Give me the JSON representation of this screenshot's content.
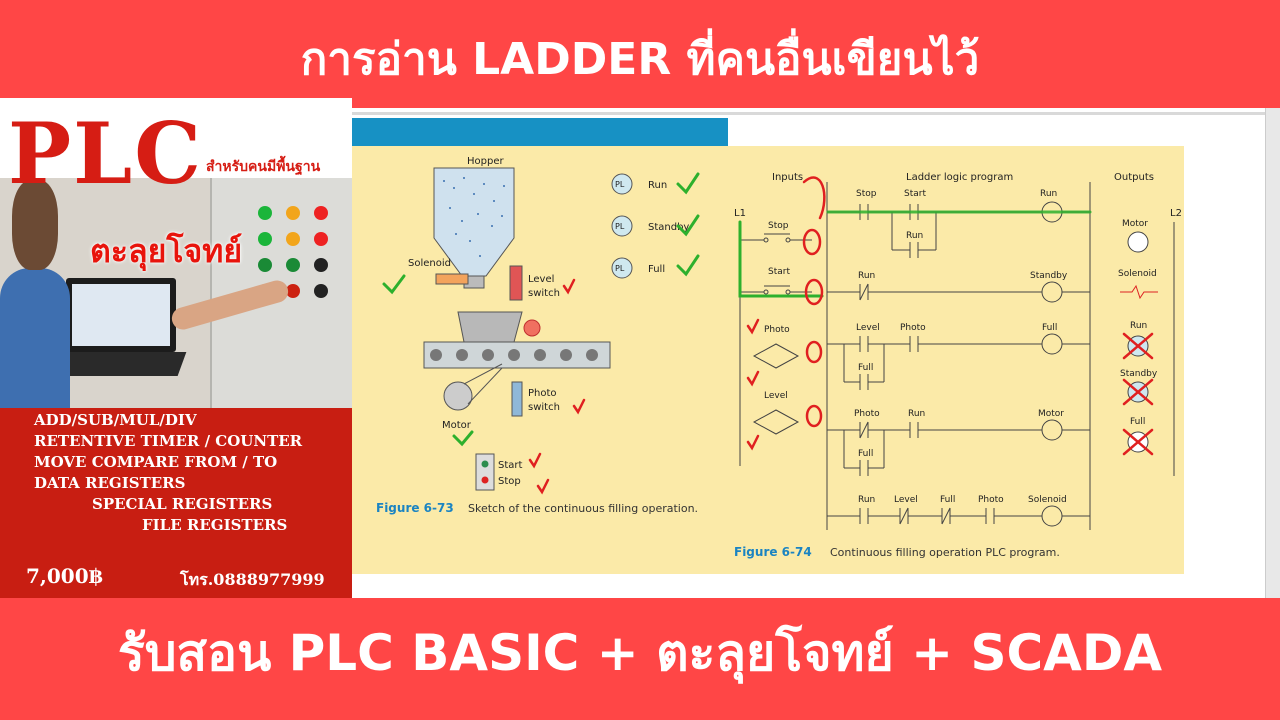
{
  "header": {
    "title": "การอ่าน LADDER ที่คนอื่นเขียนไว้"
  },
  "footer": {
    "title": "รับสอน PLC BASIC + ตะลุยโจทย์ + SCADA"
  },
  "promo": {
    "logo": "PLC",
    "tagline": "สำหรับคนมีพื้นฐาน",
    "subtitle": "ตะลุยโจทย์",
    "topics": [
      "ADD/SUB/MUL/DIV",
      "RETENTIVE TIMER / COUNTER",
      "MOVE  COMPARE  FROM / TO",
      "DATA REGISTERS",
      "SPECIAL REGISTERS",
      "FILE REGISTERS"
    ],
    "price": "7,000฿",
    "phone": "โทร.0888977999"
  },
  "fig73": {
    "hopper": "Hopper",
    "solenoid": "Solenoid",
    "level_switch_1": "Level",
    "level_switch_2": "switch",
    "photo_switch_1": "Photo",
    "photo_switch_2": "switch",
    "motor": "Motor",
    "start": "Start",
    "stop": "Stop",
    "lamp_pl": "PL",
    "lamp_run": "Run",
    "lamp_standby": "Standby",
    "lamp_full": "Full",
    "caption_num": "Figure 6-73",
    "caption": "Sketch of the continuous filling operation."
  },
  "fig74": {
    "inputs": "Inputs",
    "ladder": "Ladder logic program",
    "outputs": "Outputs",
    "l1": "L1",
    "l2": "L2",
    "in_stop": "Stop",
    "in_start": "Start",
    "in_photo": "Photo",
    "in_level": "Level",
    "c_stop": "Stop",
    "c_start": "Start",
    "c_run": "Run",
    "c_run2": "Run",
    "c_standby": "Standby",
    "c_level": "Level",
    "c_photo": "Photo",
    "c_full": "Full",
    "c_full2": "Full",
    "c_full3": "Full",
    "c_photo2": "Photo",
    "c_run3": "Run",
    "c_motor": "Motor",
    "c_run4": "Run",
    "c_level2": "Level",
    "c_full4": "Full",
    "c_photo3": "Photo",
    "c_solenoid": "Solenoid",
    "o_motor": "Motor",
    "o_solenoid": "Solenoid",
    "o_run": "Run",
    "o_standby": "Standby",
    "o_full": "Full",
    "caption_num": "Figure 6-74",
    "caption": "Continuous filling operation PLC program."
  },
  "colors": {
    "banner": "#ff4646",
    "promo_red": "#c81e12",
    "figure_bg": "#fbeaa8",
    "accent_blue": "#1791c4",
    "check_green": "#2db02d",
    "mark_red": "#e02020"
  }
}
